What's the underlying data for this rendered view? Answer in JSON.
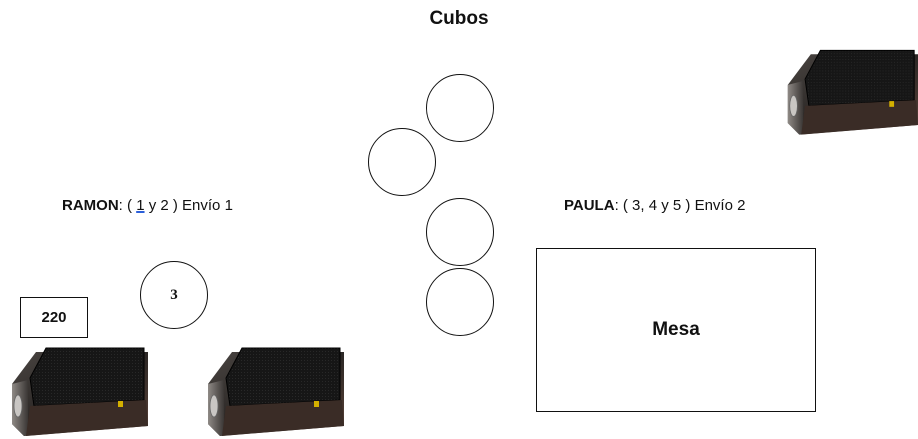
{
  "title": "Cubos",
  "ramon": {
    "name": "RAMON",
    "sep": ": (",
    "num1": "1",
    "rest": " y 2 ) Envío 1"
  },
  "paula": {
    "name": "PAULA",
    "rest": ": ( 3, 4  y 5 ) Envío 2"
  },
  "circle_label": "3",
  "box_value": "220",
  "table_label": "Mesa",
  "icons": [
    "stage-monitor-speaker-icon"
  ],
  "colors": {
    "line": "#111111",
    "underline": "#2b5fd9",
    "speaker_body": "#2a2624",
    "speaker_grille": "#1a1a1a"
  }
}
